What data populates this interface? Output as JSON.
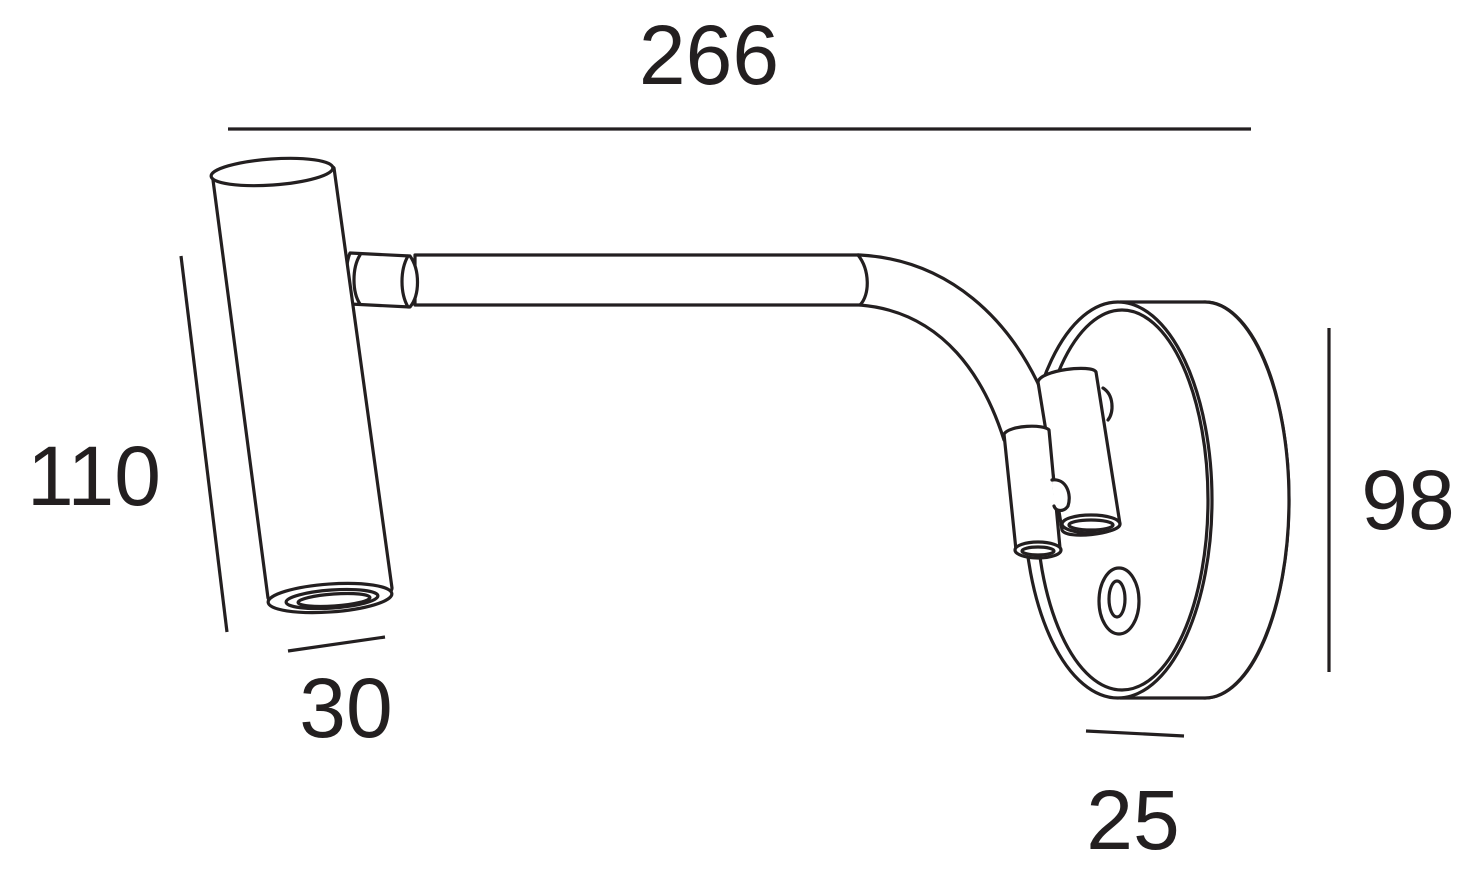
{
  "dimensions": {
    "overall_width": "266",
    "head_length": "110",
    "head_diameter": "30",
    "base_height": "98",
    "base_depth": "25"
  },
  "colors": {
    "line": "#231f20",
    "background": "#ffffff"
  }
}
